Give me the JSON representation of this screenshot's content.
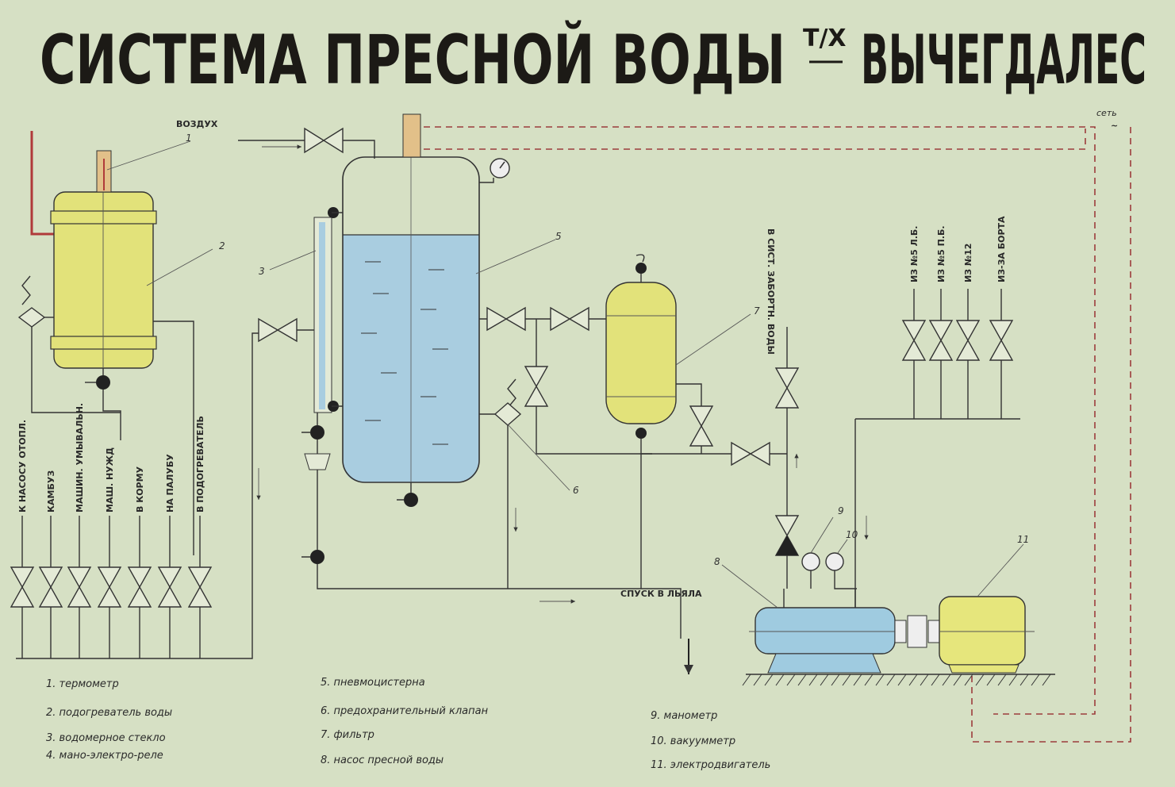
{
  "title": {
    "main": "СИСТЕМА ПРЕСНОЙ ВОДЫ",
    "ship_prefix": "Т/Х",
    "ship_name": "ВЫЧЕГДАЛЕС"
  },
  "labels": {
    "air": "ВОЗДУХ",
    "mains": "сеть",
    "drain": "СПУСК В ЛЬЯЛА",
    "seawater": "В СИСТ. ЗАБОРТН. ВОДЫ"
  },
  "outlets_left": [
    "К НАСОСУ ОТОПЛ.",
    "КАМБУЗ",
    "МАШИН. УМЫВАЛЬН.",
    "МАШ. НУЖД",
    "В КОРМУ",
    "НА ПАЛУБУ",
    "В ПОДОГРЕВАТЕЛЬ"
  ],
  "inlets_right": [
    "ИЗ №5 Л.Б.",
    "ИЗ №5 П.Б.",
    "ИЗ №12",
    "ИЗ-ЗА БОРТА"
  ],
  "callouts": [
    "1",
    "2",
    "3",
    "5",
    "6",
    "7",
    "8",
    "9",
    "10",
    "11"
  ],
  "legend_col1": [
    "1. термометр",
    "2. подогреватель воды",
    "3. водомерное стекло",
    "4. мано-электро-реле"
  ],
  "legend_col2": [
    "5. пневмоцистерна",
    "6. предохранительный клапан",
    "7. фильтр",
    "8. насос пресной воды"
  ],
  "legend_col3": [
    "9. манометр",
    "10. вакуумметр",
    "11. электродвигатель"
  ],
  "colors": {
    "paper": "#d6e0c4",
    "heater": "#e2e27a",
    "water": "#a9cde0",
    "filter": "#e2e27a",
    "pump": "#9fcbe0",
    "motor": "#e6e67c",
    "thermometer": "#e2c089",
    "electric_line": "#9c3c3c"
  }
}
